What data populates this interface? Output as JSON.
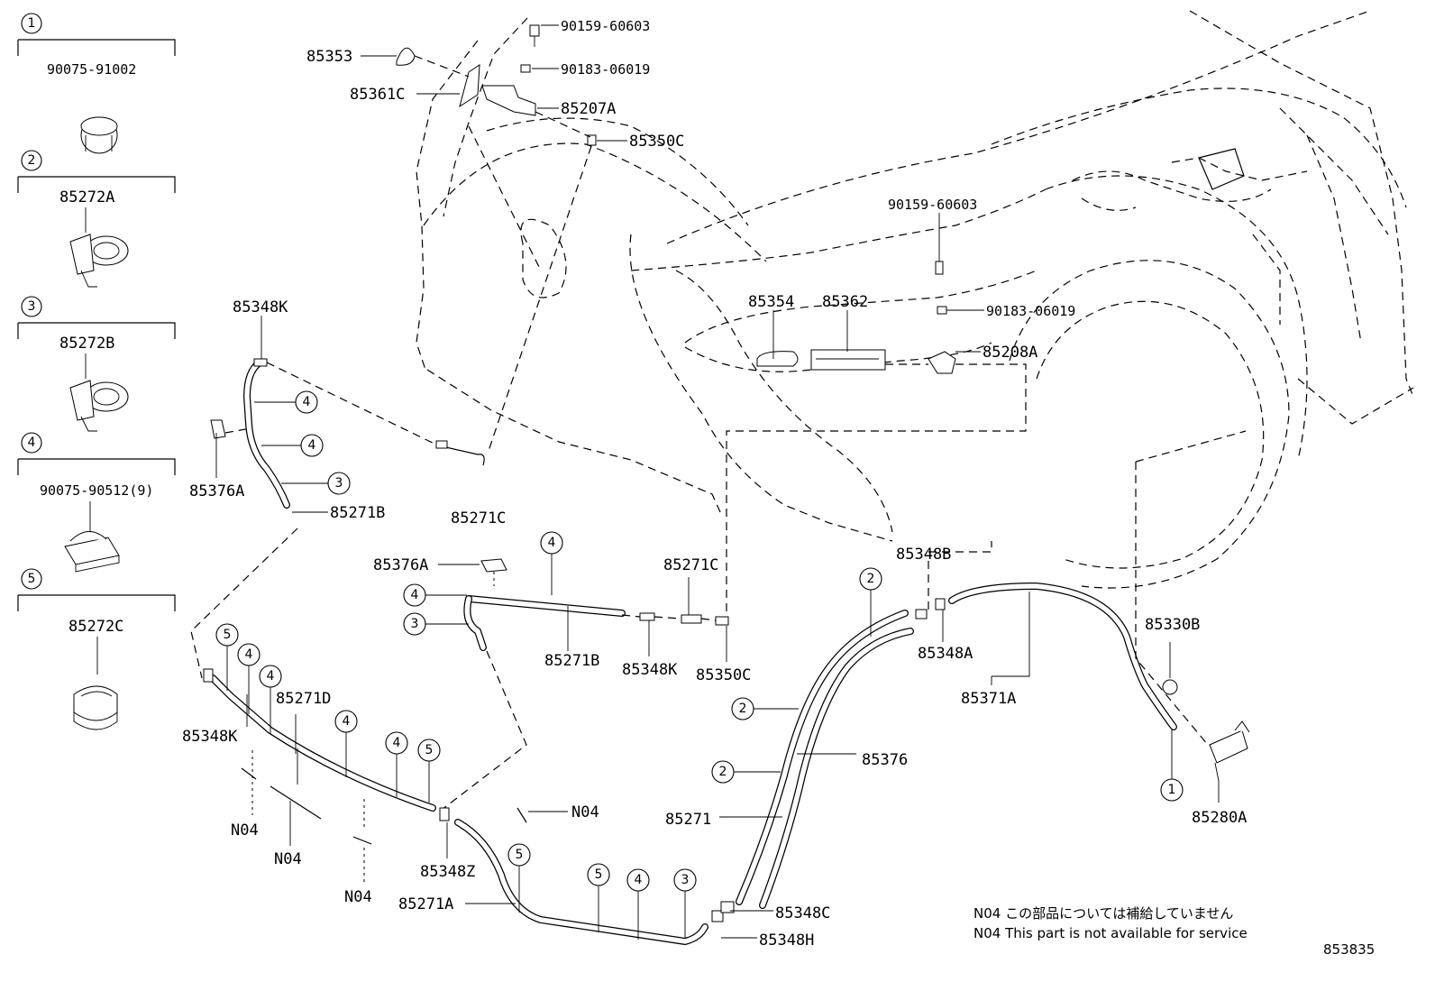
{
  "legend": [
    {
      "num": "1",
      "code": "90075-91002"
    },
    {
      "num": "2",
      "code": "85272A"
    },
    {
      "num": "3",
      "code": "85272B"
    },
    {
      "num": "4",
      "code": "90075-90512(9)"
    },
    {
      "num": "5",
      "code": "85272C"
    }
  ],
  "labels": {
    "p85353": "85353",
    "p85361C": "85361C",
    "p90159_top": "90159-60603",
    "p90183_top": "90183-06019",
    "p85207A": "85207A",
    "p85350C_top": "85350C",
    "p90159_mid": "90159-60603",
    "p85354": "85354",
    "p85362": "85362",
    "p90183_mid": "90183-06019",
    "p85208A": "85208A",
    "p85348K_a": "85348K",
    "p85376A_a": "85376A",
    "p85271B_a": "85271B",
    "p85271C_a": "85271C",
    "p85376A_b": "85376A",
    "p85271C_b": "85271C",
    "p85271B_b": "85271B",
    "p85348K_b": "85348K",
    "p85350C_b": "85350C",
    "p85348B": "85348B",
    "p85348A": "85348A",
    "p85371A": "85371A",
    "p85330B": "85330B",
    "p85280A": "85280A",
    "p85376": "85376",
    "p85271": "85271",
    "p85348C": "85348C",
    "p85348H": "85348H",
    "p85271D": "85271D",
    "p85348K_c": "85348K",
    "p85348Z": "85348Z",
    "p85271A": "85271A",
    "n04_a": "N04",
    "n04_b": "N04",
    "n04_c": "N04",
    "n04_d": "N04"
  },
  "callouts": {
    "c_k1": "4",
    "c_k2": "4",
    "c_k3": "3",
    "c_b1": "4",
    "c_b2": "3",
    "c_b3": "4",
    "c_d1": "5",
    "c_d2": "4",
    "c_d3": "4",
    "c_d4": "4",
    "c_d5": "4",
    "c_d6": "5",
    "c_a1": "5",
    "c_a2": "5",
    "c_a3": "4",
    "c_a4": "3",
    "c_r1": "2",
    "c_r2": "2",
    "c_r3": "2",
    "c_p1": "1"
  },
  "notes": {
    "jp": "N04 この部品については補給していません",
    "en": "N04 This part is not available for service"
  },
  "figure_code": "853835"
}
